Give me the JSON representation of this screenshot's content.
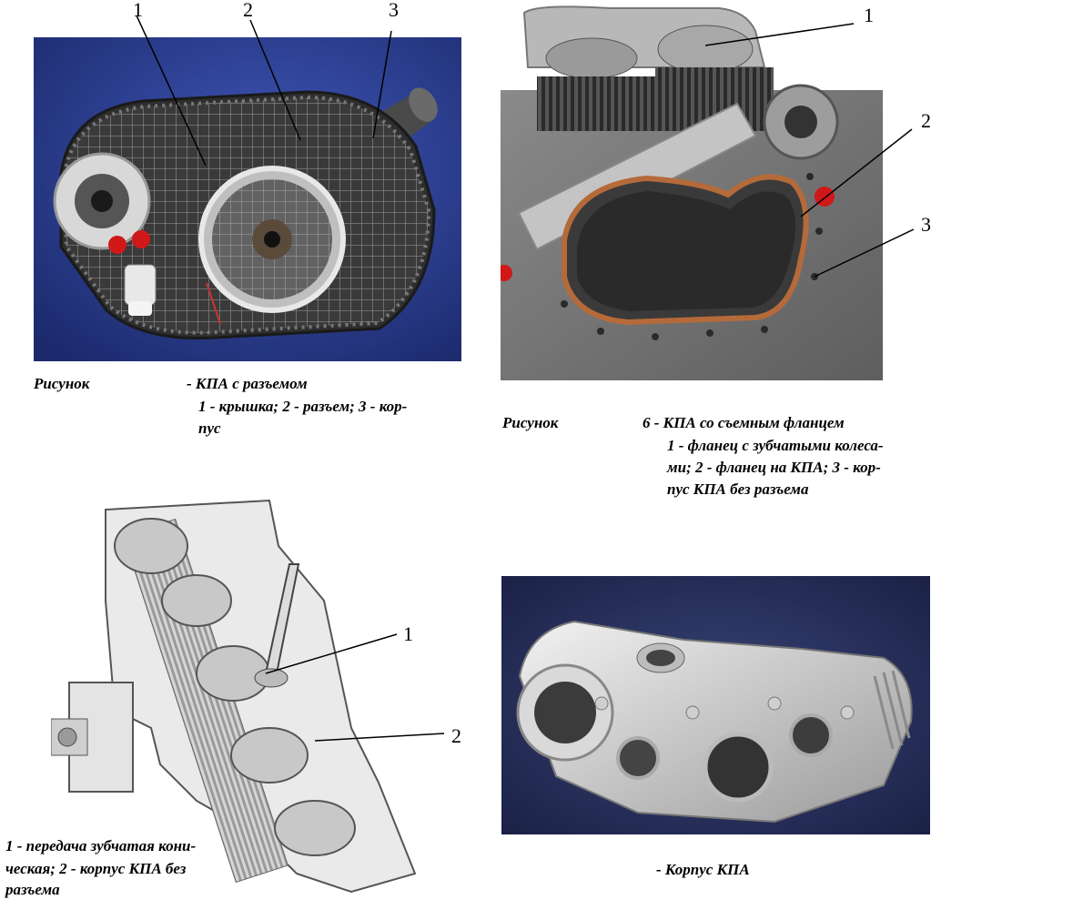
{
  "figures": [
    {
      "id": "fig-kpa-with-split",
      "callouts": [
        "1",
        "2",
        "3"
      ],
      "caption": {
        "prefix": "Рисунок",
        "title": "- КПА с разъемом",
        "lines": [
          "1 - крышка; 2 - разъем; 3 - кор-",
          "пус"
        ]
      }
    },
    {
      "id": "fig-kpa-removable-flange",
      "callouts": [
        "1",
        "2",
        "3"
      ],
      "caption": {
        "prefix": "Рисунок",
        "title": "6 - КПА со съемным фланцем",
        "lines": [
          "1 - фланец с зубчатыми колеса-",
          "ми; 2 - фланец на КПА; 3 - кор-",
          "пус КПА без разъема"
        ]
      }
    },
    {
      "id": "fig-kpa-cutaway",
      "callouts": [
        "1",
        "2"
      ],
      "caption": {
        "lines": [
          "1 - передача зубчатая кони-",
          "ческая; 2 - корпус КПА без",
          "разъема"
        ]
      }
    },
    {
      "id": "fig-kpa-housing",
      "callouts": [],
      "caption": {
        "title": "- Корпус КПА"
      }
    }
  ],
  "colors": {
    "photo1_bg": "#2a3d8f",
    "photo2_bg": "#6f6f6f",
    "photo4_bg": "#2b3566",
    "metal_light": "#c9c9c9",
    "metal_dark": "#2b2b2b",
    "red_part": "#d01818",
    "gasket": "#b56a3a"
  }
}
